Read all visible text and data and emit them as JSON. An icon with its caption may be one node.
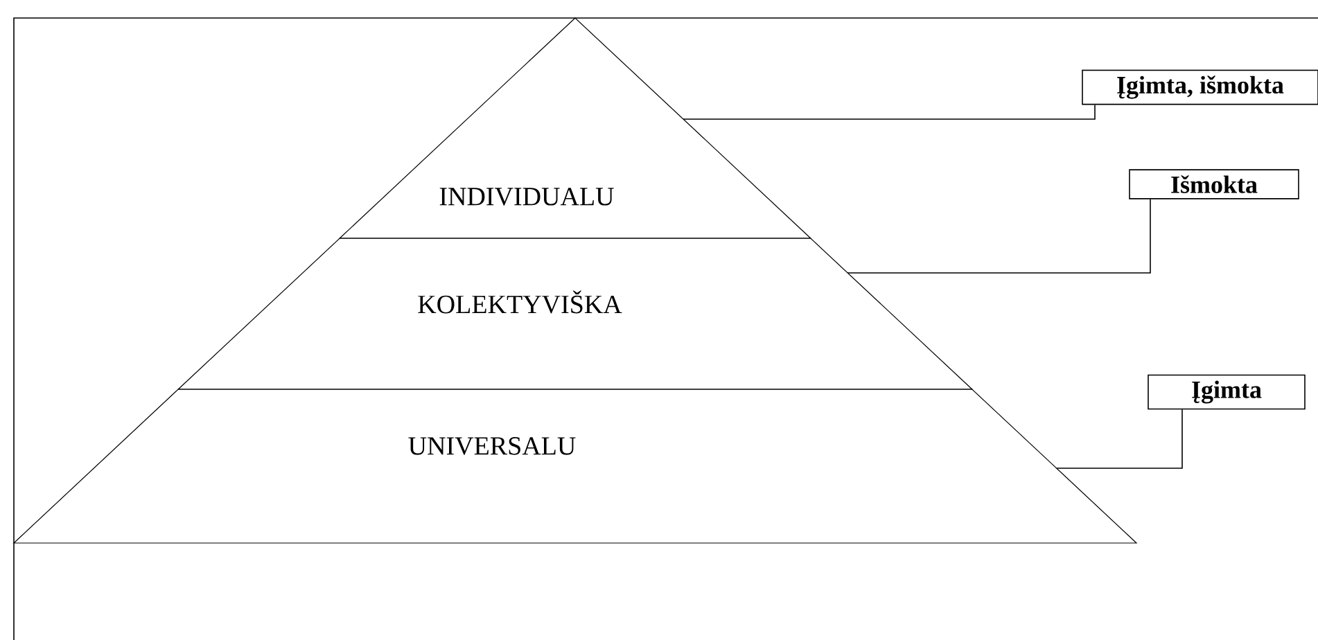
{
  "diagram": {
    "nodes": [
      {
        "text": [
          "INDIVIDUALU"
        ]
      },
      {
        "text": [
          "KOLEKTYVIŠKA"
        ]
      },
      {
        "text": [
          "UNIVERSALU"
        ]
      },
      {
        "text": [
          "Įgimta, išmokta"
        ]
      },
      {
        "text": [
          "Išmokta"
        ]
      },
      {
        "text": [
          "Įgimta"
        ]
      }
    ],
    "edges": [
      {
        "from": 3,
        "to": 0,
        "arrow": "none"
      },
      {
        "from": 4,
        "to": 1,
        "arrow": "none"
      },
      {
        "from": 5,
        "to": 2,
        "arrow": "none"
      }
    ]
  }
}
